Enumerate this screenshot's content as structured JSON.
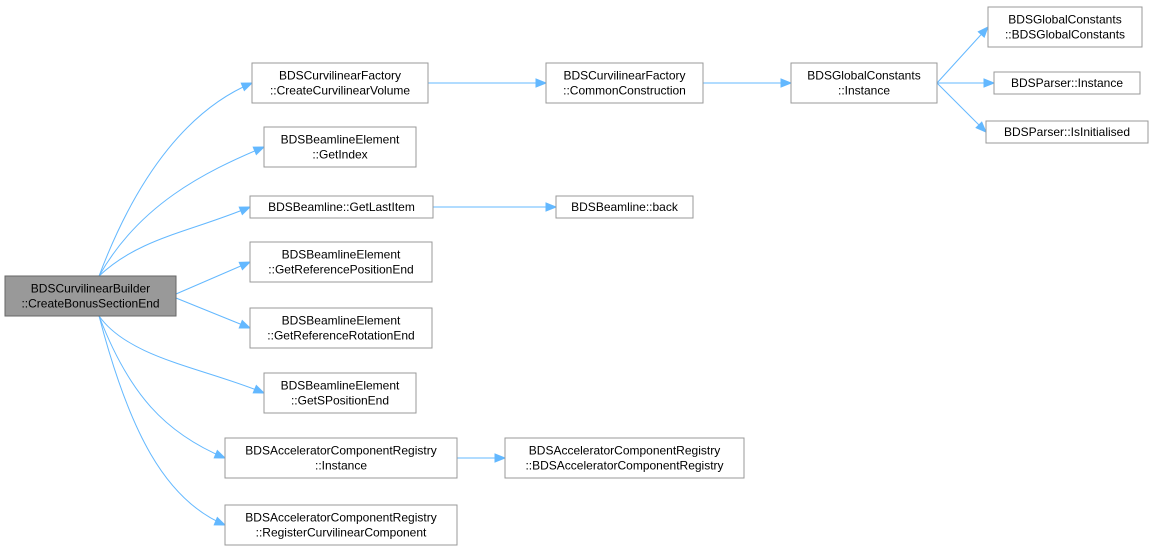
{
  "graph": {
    "nodes": [
      {
        "id": "root",
        "lines": [
          "BDSCurvilinearBuilder",
          "::CreateBonusSectionEnd"
        ],
        "highlight": true
      },
      {
        "id": "cf_ccv",
        "lines": [
          "BDSCurvilinearFactory",
          "::CreateCurvilinearVolume"
        ]
      },
      {
        "id": "cf_cc",
        "lines": [
          "BDSCurvilinearFactory",
          "::CommonConstruction"
        ]
      },
      {
        "id": "gc_inst",
        "lines": [
          "BDSGlobalConstants",
          "::Instance"
        ]
      },
      {
        "id": "gc_ctor",
        "lines": [
          "BDSGlobalConstants",
          "::BDSGlobalConstants"
        ]
      },
      {
        "id": "p_inst",
        "lines": [
          "BDSParser::Instance"
        ]
      },
      {
        "id": "p_isinit",
        "lines": [
          "BDSParser::IsInitialised"
        ]
      },
      {
        "id": "be_idx",
        "lines": [
          "BDSBeamlineElement",
          "::GetIndex"
        ]
      },
      {
        "id": "bl_last",
        "lines": [
          "BDSBeamline::GetLastItem"
        ]
      },
      {
        "id": "bl_back",
        "lines": [
          "BDSBeamline::back"
        ]
      },
      {
        "id": "be_rpe",
        "lines": [
          "BDSBeamlineElement",
          "::GetReferencePositionEnd"
        ]
      },
      {
        "id": "be_rre",
        "lines": [
          "BDSBeamlineElement",
          "::GetReferenceRotationEnd"
        ]
      },
      {
        "id": "be_spe",
        "lines": [
          "BDSBeamlineElement",
          "::GetSPositionEnd"
        ]
      },
      {
        "id": "acr_inst",
        "lines": [
          "BDSAcceleratorComponentRegistry",
          "::Instance"
        ]
      },
      {
        "id": "acr_ctor",
        "lines": [
          "BDSAcceleratorComponentRegistry",
          "::BDSAcceleratorComponentRegistry"
        ]
      },
      {
        "id": "acr_reg",
        "lines": [
          "BDSAcceleratorComponentRegistry",
          "::RegisterCurvilinearComponent"
        ]
      }
    ],
    "edges": [
      [
        "root",
        "cf_ccv"
      ],
      [
        "root",
        "be_idx"
      ],
      [
        "root",
        "bl_last"
      ],
      [
        "root",
        "be_rpe"
      ],
      [
        "root",
        "be_rre"
      ],
      [
        "root",
        "be_spe"
      ],
      [
        "root",
        "acr_inst"
      ],
      [
        "root",
        "acr_reg"
      ],
      [
        "cf_ccv",
        "cf_cc"
      ],
      [
        "cf_cc",
        "gc_inst"
      ],
      [
        "gc_inst",
        "gc_ctor"
      ],
      [
        "gc_inst",
        "p_inst"
      ],
      [
        "gc_inst",
        "p_isinit"
      ],
      [
        "bl_last",
        "bl_back"
      ],
      [
        "acr_inst",
        "acr_ctor"
      ]
    ],
    "colors": {
      "edge": "#63b8ff",
      "node_border": "#999999",
      "root_fill": "#999999"
    }
  }
}
